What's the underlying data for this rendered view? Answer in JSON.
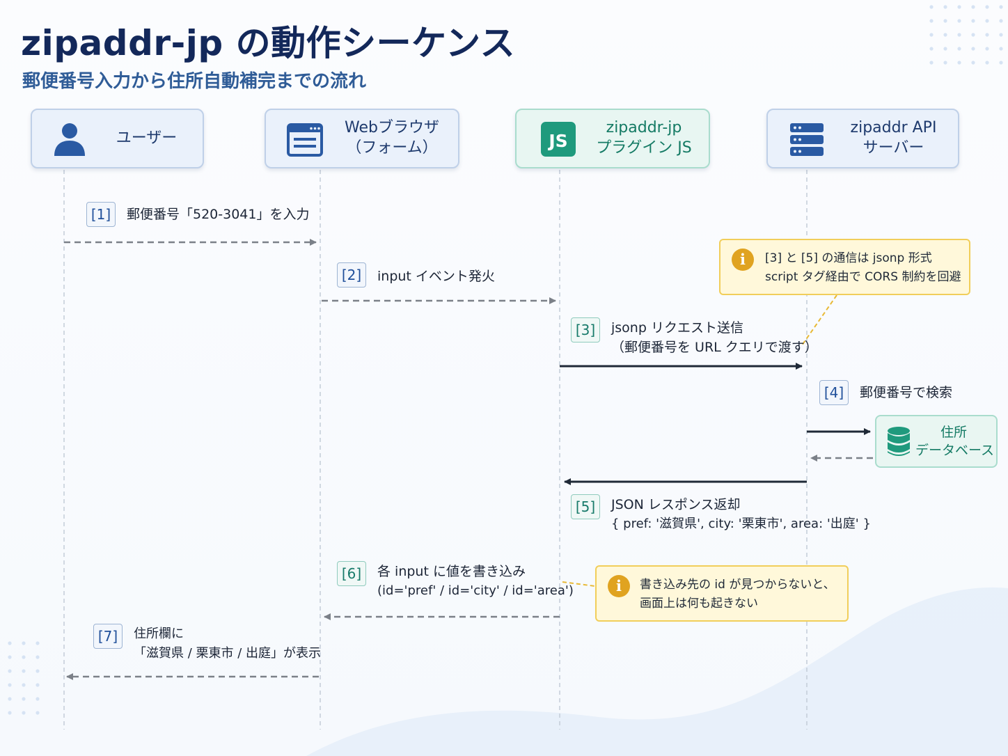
{
  "header": {
    "title": "zipaddr-jp の動作シーケンス",
    "subtitle": "郵便番号入力から住所自動補完までの流れ"
  },
  "actors": [
    {
      "id": "user",
      "lines": [
        "ユーザー"
      ],
      "icon": "user-icon"
    },
    {
      "id": "browser",
      "lines": [
        "Webブラウザ",
        "（フォーム）"
      ],
      "icon": "browser-window-icon"
    },
    {
      "id": "plugin",
      "lines": [
        "zipaddr-jp",
        "プラグイン JS"
      ],
      "icon": "js-logo-icon"
    },
    {
      "id": "server",
      "lines": [
        "zipaddr API",
        "サーバー"
      ],
      "icon": "server-icon"
    }
  ],
  "steps": [
    {
      "badge": "[1]",
      "lines": [
        "郵便番号「520-3041」を入力"
      ],
      "from": "user",
      "to": "browser",
      "style": "dashed"
    },
    {
      "badge": "[2]",
      "lines": [
        "input イベント発火"
      ],
      "from": "browser",
      "to": "plugin",
      "style": "dashed"
    },
    {
      "badge": "[3]",
      "lines": [
        "jsonp リクエスト送信",
        "（郵便番号を URL クエリで渡す）"
      ],
      "from": "plugin",
      "to": "server",
      "style": "solid"
    },
    {
      "badge": "[4]",
      "lines": [
        "郵便番号で検索"
      ],
      "from": "server",
      "to": "database",
      "style": "solid"
    },
    {
      "badge": "[5]",
      "lines": [
        "JSON レスポンス返却",
        "{ pref: '滋賀県', city: '栗東市', area: '出庭' }"
      ],
      "from": "server",
      "to": "plugin",
      "style": "solid"
    },
    {
      "badge": "[6]",
      "lines": [
        "各 input に値を書き込み",
        "(id='pref' / id='city' / id='area')"
      ],
      "from": "plugin",
      "to": "browser",
      "style": "dashed"
    },
    {
      "badge": "[7]",
      "lines": [
        "住所欄に",
        "「滋賀県 / 栗東市 / 出庭」が表示"
      ],
      "from": "browser",
      "to": "user",
      "style": "dashed"
    }
  ],
  "database": {
    "lines": [
      "住所",
      "データベース"
    ],
    "icon": "database-icon"
  },
  "notes": [
    {
      "icon": "info-icon",
      "icon_text": "i",
      "lines": [
        "[3] と [5] の通信は jsonp 形式",
        "script タグ経由で CORS 制約を回避"
      ]
    },
    {
      "icon": "info-icon",
      "icon_text": "i",
      "lines": [
        "書き込み先の id が見つからないと、",
        "画面上は何も起きない"
      ]
    }
  ],
  "colors": {
    "title": "#13285a",
    "subtitle": "#2f5c97",
    "actor_fill": "#eaf1fb",
    "plugin_fill": "#e8f6f2",
    "accent_blue": "#1f4f9a",
    "accent_teal": "#177a6a",
    "note_fill": "#fff8da",
    "note_border": "#f1ce5a",
    "arrow_solid": "#1f2937",
    "arrow_dashed": "#7b8088"
  }
}
